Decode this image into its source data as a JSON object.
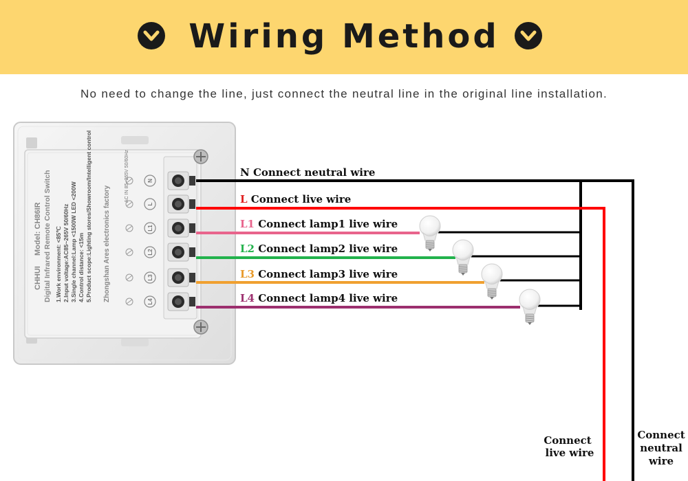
{
  "header": {
    "title": "Wiring Method",
    "left_icon": "chevron-down-circle-icon",
    "right_icon": "chevron-down-circle-icon",
    "bg_color": "#fdd66f"
  },
  "subtitle": "No need to change the line, just connect the neutral line in the original line installation.",
  "device": {
    "brand": "CHHUI",
    "model": "Model: CH86IR",
    "product": "Digital Infrared Remote Control Switch",
    "specs": [
      "1.Work environment: <85℃",
      "2.Input voltage:AC85~265V 50/60Hz",
      "3.Single channel:Lamp <1500W LED <200W",
      "4.Control distance: <15m",
      "5.Product scope:Lighting stores/Showroom/Intelligent control"
    ],
    "maker": "Zhongshan Ares electronics factory",
    "rating": "AC IN 85~265V 50/60Hz",
    "terminals": [
      "N",
      "L",
      "L1",
      "L2",
      "L3",
      "L4"
    ]
  },
  "wires": [
    {
      "tag": "N",
      "text": "Connect neutral wire",
      "color": "#000000",
      "tag_color": "#111111"
    },
    {
      "tag": "L",
      "text": "Connect live wire",
      "color": "#ff0000",
      "tag_color": "#e02020"
    },
    {
      "tag": "L1",
      "text": "Connect lamp1 live wire",
      "color": "#e8648c",
      "tag_color": "#e8648c"
    },
    {
      "tag": "L2",
      "text": "Connect lamp2 live wire",
      "color": "#22b24c",
      "tag_color": "#22b24c"
    },
    {
      "tag": "L3",
      "text": "Connect lamp3 live wire",
      "color": "#f0a030",
      "tag_color": "#e89a2a"
    },
    {
      "tag": "L4",
      "text": "Connect lamp4 live wire",
      "color": "#9c2f6e",
      "tag_color": "#9c2f6e"
    }
  ],
  "bottom_labels": {
    "live": [
      "Connect",
      "live wire"
    ],
    "neutral": [
      "Connect",
      "neutral",
      "wire"
    ]
  }
}
